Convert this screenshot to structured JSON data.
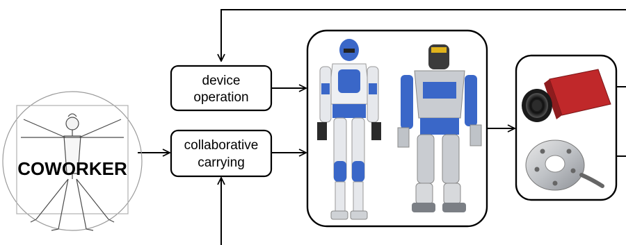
{
  "coworker": {
    "label": "COWORKER",
    "icon": "vitruvian-man-icon"
  },
  "tasks": [
    {
      "id": "device-operation",
      "lines": [
        "device",
        "operation"
      ]
    },
    {
      "id": "collaborative-carrying",
      "lines": [
        "collaborative",
        "carrying"
      ]
    }
  ],
  "robots": {
    "icon": "humanoid-robots-icon",
    "count": 2
  },
  "sensors": {
    "items": [
      "camera-icon",
      "force-sensor-icon"
    ]
  },
  "colors": {
    "line": "#000000",
    "robot_blue": "#3a67c8",
    "robot_silver": "#c9ccd1",
    "camera_red": "#c0282a"
  }
}
